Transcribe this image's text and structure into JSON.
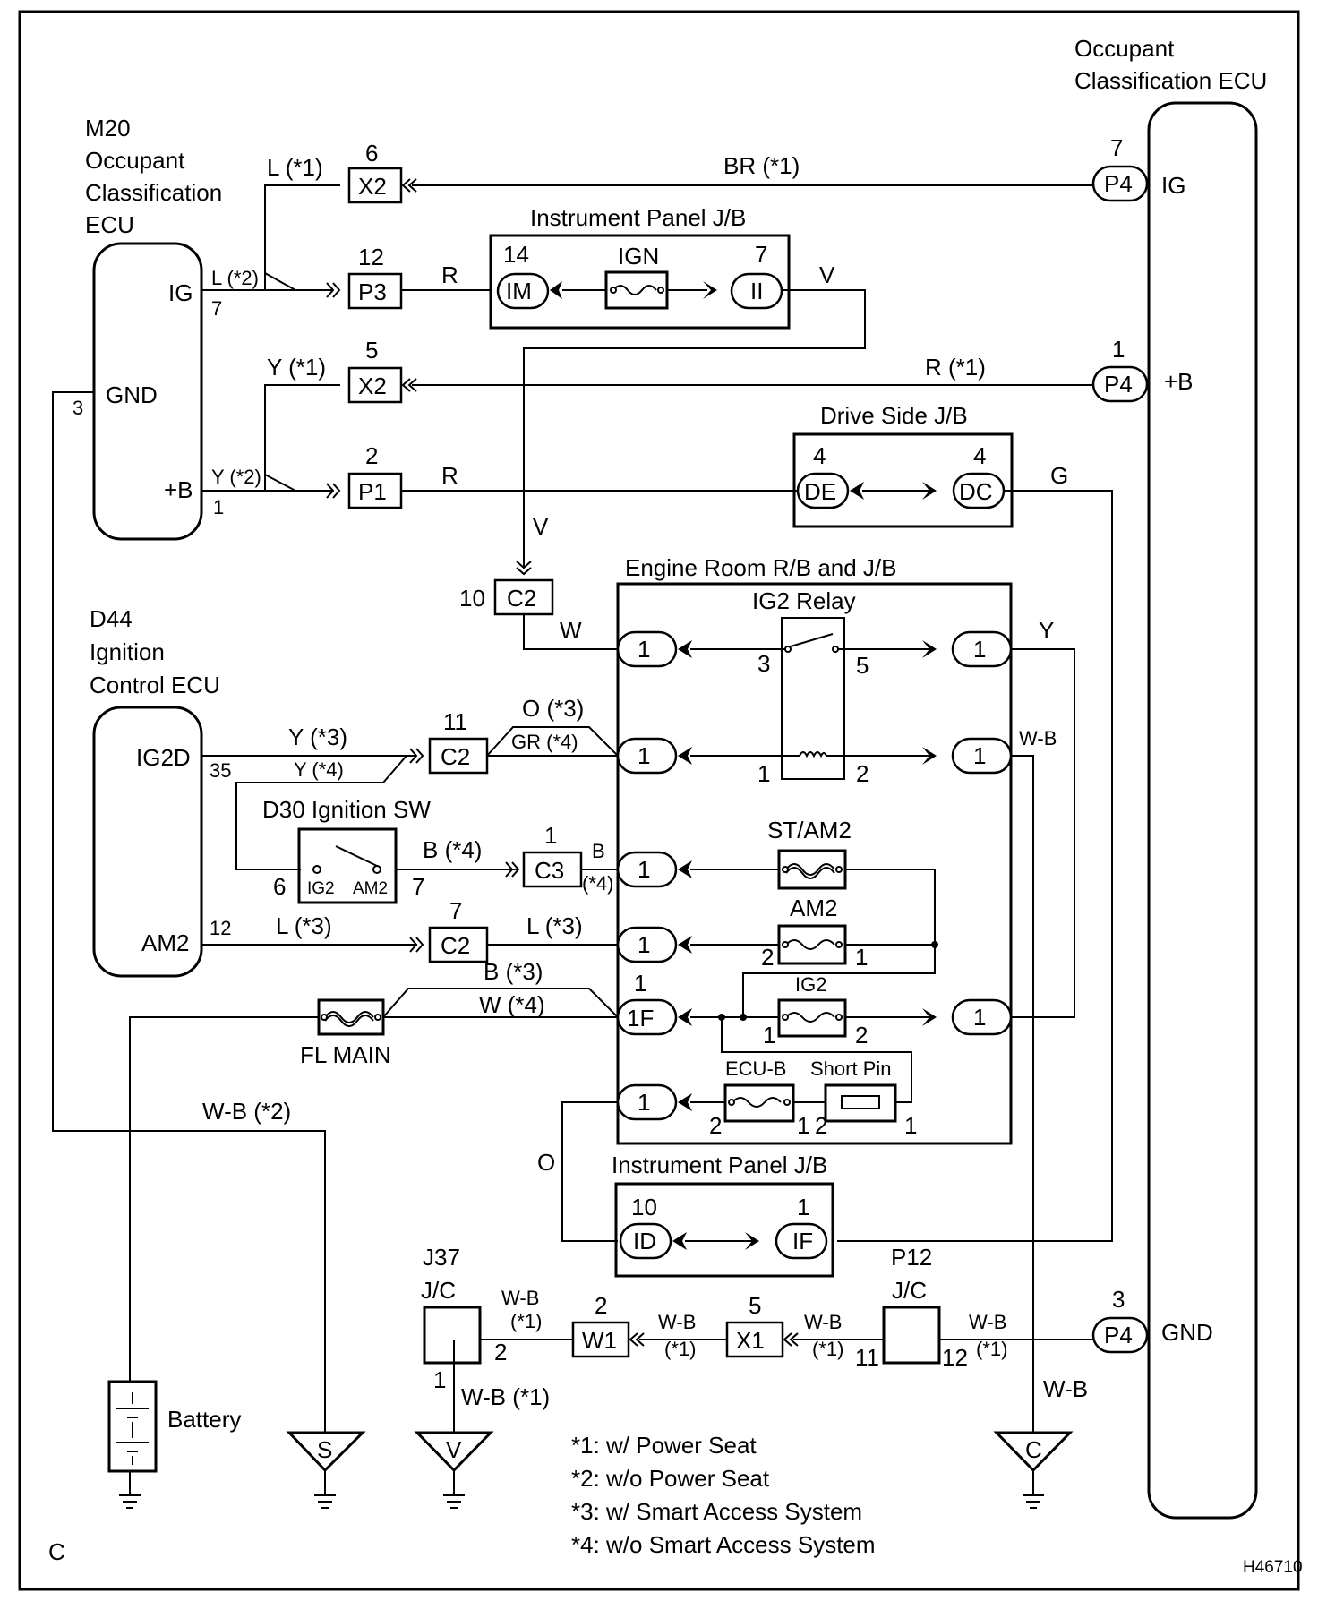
{
  "page_label": "C",
  "figure_id": "H46710",
  "m20": {
    "code": "M20",
    "line1": "Occupant",
    "line2": "Classification",
    "line3": "ECU",
    "pin_ig": "IG",
    "pin_gnd": "GND",
    "pin_b": "+B",
    "num_ig": "7",
    "num_gnd": "3",
    "num_b": "1"
  },
  "occ_ecu": {
    "line1": "Occupant",
    "line2": "Classification ECU",
    "pin_ig": "IG",
    "pin_b": "+B",
    "pin_gnd": "GND",
    "conn": "P4",
    "num_ig": "7",
    "num_b": "1",
    "num_gnd": "3"
  },
  "ipjb_top": {
    "title": "Instrument Panel J/B",
    "conn_a": "IM",
    "num_a": "14",
    "fuse": "IGN",
    "conn_b": "II",
    "num_b": "7"
  },
  "drivejb": {
    "title": "Drive Side J/B",
    "conn_a": "DE",
    "num_a": "4",
    "conn_b": "DC",
    "num_b": "4"
  },
  "erjb": {
    "title": "Engine Room R/B and J/B",
    "relay": "IG2 Relay",
    "relay_p3": "3",
    "relay_p5": "5",
    "relay_p1": "1",
    "relay_p2": "2",
    "conn": "1",
    "conn_1f": "1F",
    "fuse_st": "ST/AM2",
    "fuse_am2": "AM2",
    "fuse_ig2": "IG2",
    "fuse_ecub": "ECU-B",
    "short_pin": "Short Pin"
  },
  "ipjb_bot": {
    "title": "Instrument Panel J/B",
    "conn_a": "ID",
    "num_a": "10",
    "conn_b": "IF",
    "num_b": "1"
  },
  "d44": {
    "code": "D44",
    "line1": "Ignition",
    "line2": "Control ECU",
    "pin_ig2d": "IG2D",
    "pin_am2": "AM2",
    "num_ig2d": "35",
    "num_am2": "12"
  },
  "d30": {
    "title": "D30 Ignition SW",
    "pin_ig2": "IG2",
    "pin_am2": "AM2",
    "num_6": "6",
    "num_7": "7"
  },
  "connectors": {
    "x2": "X2",
    "p3": "P3",
    "p1": "P1",
    "c2": "C2",
    "c3": "C3",
    "w1": "W1",
    "x1": "X1",
    "p4": "P4"
  },
  "pins": {
    "n1": "1",
    "n2": "2",
    "n3": "3",
    "n5": "5",
    "n6": "6",
    "n7": "7",
    "n10": "10",
    "n11": "11",
    "n12": "12"
  },
  "wires": {
    "l1": "L (*1)",
    "l2": "L (*2)",
    "l3": "L (*3)",
    "br1": "BR (*1)",
    "r": "R",
    "v": "V",
    "y1": "Y (*1)",
    "y2": "Y (*2)",
    "y3": "Y (*3)",
    "y4": "Y (*4)",
    "r1": "R (*1)",
    "g": "G",
    "w": "W",
    "y": "Y",
    "o3": "O (*3)",
    "gr4": "GR (*4)",
    "wb": "W-B",
    "b4": "B (*4)",
    "b": "B",
    "star4": "(*4)",
    "b3": "B (*3)",
    "w4": "W (*4)",
    "o": "O",
    "wb2": "W-B  (*2)",
    "wbtop": "W-B",
    "wbstar1": "(*1)",
    "wb1": "W-B  (*1)"
  },
  "fl_main": "FL MAIN",
  "battery": "Battery",
  "j37": {
    "code": "J37",
    "type": "J/C"
  },
  "p12": {
    "code": "P12",
    "type": "J/C"
  },
  "grounds": {
    "s": "S",
    "v": "V",
    "c": "C"
  },
  "notes": [
    "*1: w/ Power Seat",
    "*2: w/o Power Seat",
    "*3: w/ Smart Access System",
    "*4: w/o Smart Access System"
  ]
}
